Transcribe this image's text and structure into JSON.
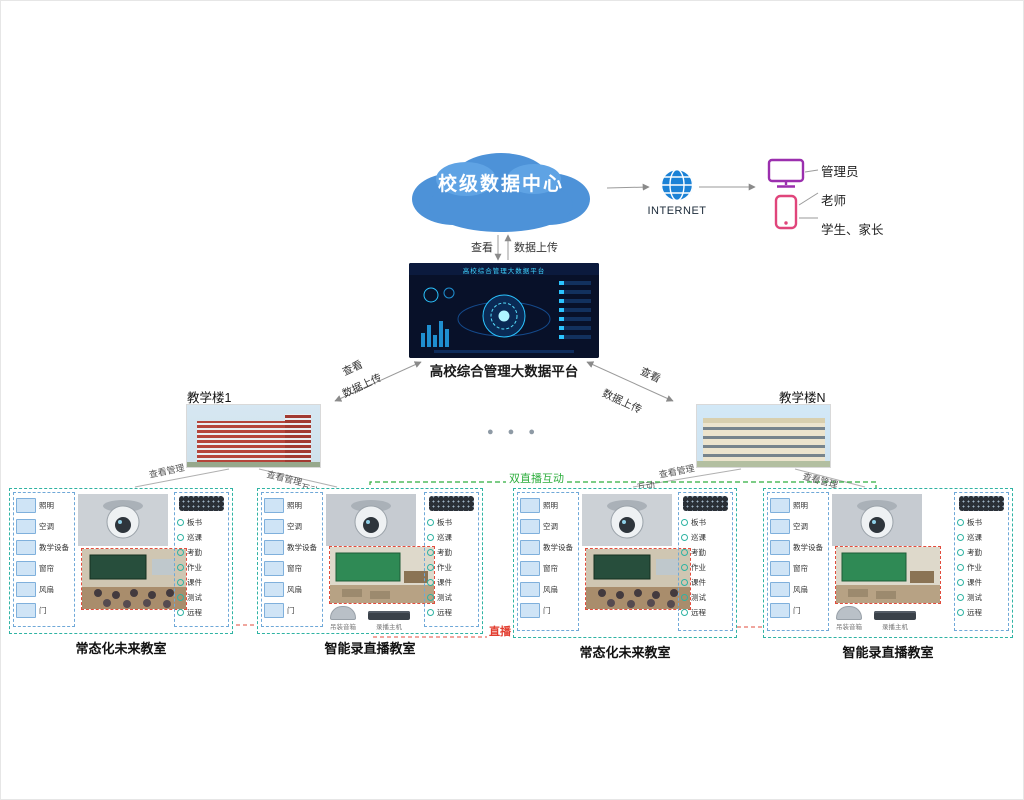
{
  "colors": {
    "cloud_blue": "#4d92d8",
    "internet_blue": "#1b82d6",
    "monitor_purple": "#9b2fae",
    "phone_pink": "#e0457b",
    "group_border_teal": "#2fb3a3",
    "inner_border_blue": "#6fa8d8",
    "live_red": "#e23c2e",
    "dual_green": "#2eae3e"
  },
  "icons": {
    "internet": "globe-icon",
    "admin_terminal": "monitor-icon",
    "mobile_terminal": "smartphone-icon",
    "classroom_camera": "dome-camera-icon",
    "ceiling_speaker": "ceiling-speaker-icon",
    "recorder": "recorder-box-icon"
  },
  "cloud": {
    "label": "校级数据中心"
  },
  "internet": {
    "label": "INTERNET"
  },
  "users": {
    "roles": [
      "管理员",
      "老师",
      "学生、家长"
    ]
  },
  "cloud_links": {
    "view": "查看",
    "upload": "数据上传"
  },
  "platform": {
    "screen_title": "高校综合管理大数据平台",
    "caption": "高校综合管理大数据平台"
  },
  "building_links": {
    "view": "查看",
    "upload": "数据上传",
    "view_manage": "查看管理",
    "interact": "互动"
  },
  "buildings": {
    "left_label": "教学楼1",
    "right_label": "教学楼N",
    "ellipsis": "●●●"
  },
  "live": {
    "dual": "双直播互动",
    "live": "直播"
  },
  "rooms": {
    "left_items": [
      "照明",
      "空调",
      "教学设备",
      "窗帘",
      "风扇",
      "门"
    ],
    "right_items": [
      "板书",
      "巡课",
      "考勤",
      "作业",
      "课件",
      "测试",
      "远程"
    ],
    "device_captions": [
      "吊装音箱",
      "录播主机"
    ],
    "groups": [
      {
        "label": "常态化未来教室",
        "type": "normal"
      },
      {
        "label": "智能录直播教室",
        "type": "record"
      },
      {
        "label": "常态化未来教室",
        "type": "normal"
      },
      {
        "label": "智能录直播教室",
        "type": "record"
      }
    ]
  }
}
